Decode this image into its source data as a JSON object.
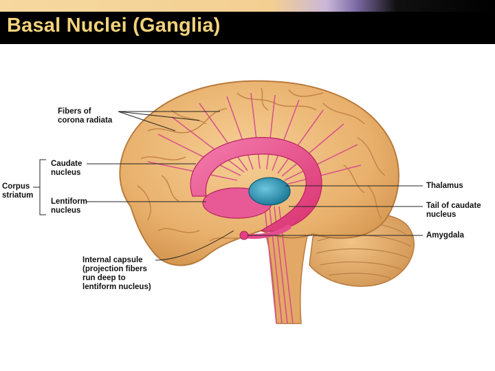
{
  "title": "Basal Nuclei (Ganglia)",
  "labels": {
    "corona_radiata": "Fibers of\ncorona radiata",
    "caudate": "Caudate\nnucleus",
    "corpus_striatum": "Corpus\nstriatum",
    "lentiform": "Lentiform\nnucleus",
    "internal_capsule": "Internal capsule\n(projection fibers\nrun deep to\nlentiform nucleus)",
    "thalamus": "Thalamus",
    "tail_caudate": "Tail of caudate\nnucleus",
    "amygdala": "Amygdala"
  },
  "colors": {
    "title_text": "#f2d27a",
    "title_bar": "#000000",
    "brain": "#eab470",
    "caudate": "#e8448a",
    "thalamus": "#1c8fb0"
  }
}
